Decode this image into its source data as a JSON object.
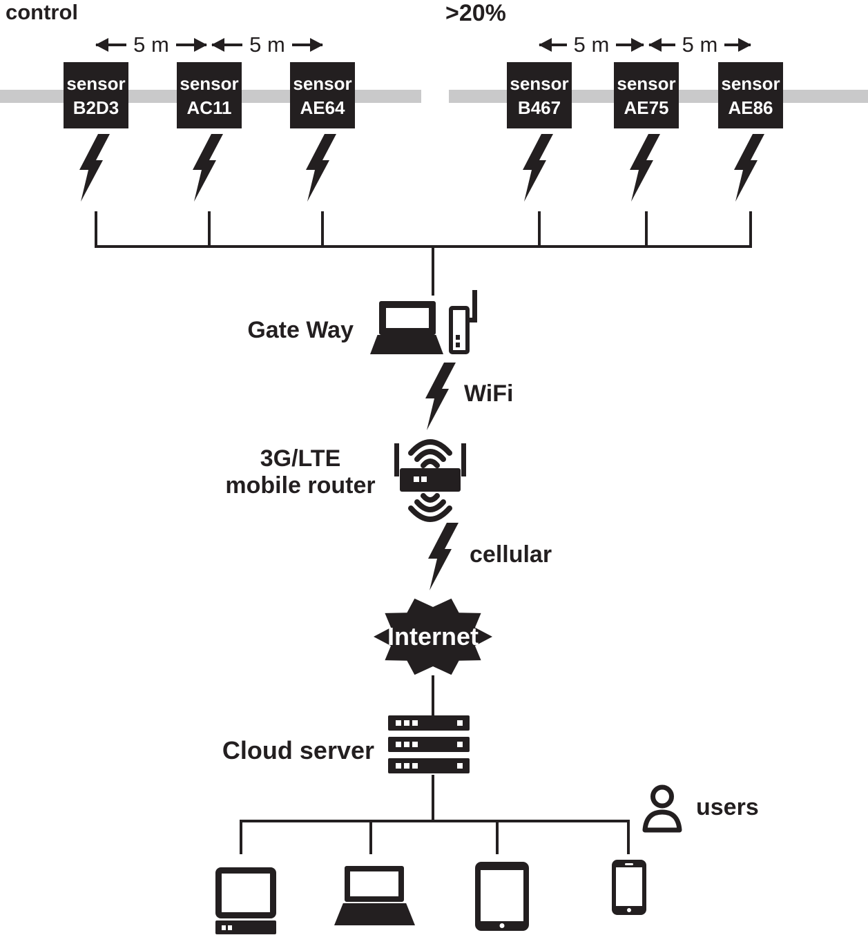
{
  "sensor_word": "sensor",
  "groups": [
    {
      "title": "control",
      "sensors": [
        "B2D3",
        "AC11",
        "AE64"
      ],
      "spacings": [
        "5 m",
        "5 m"
      ]
    },
    {
      "title": ">20%",
      "sensors": [
        "B467",
        "AE75",
        "AE86"
      ],
      "spacings": [
        "5 m",
        "5 m"
      ]
    }
  ],
  "flow": {
    "gateway_label": "Gate Way",
    "wifi_label": "WiFi",
    "router_label_line1": "3G/LTE",
    "router_label_line2": "mobile router",
    "cellular_label": "cellular",
    "internet_label": "Internet",
    "cloud_server_label": "Cloud server",
    "users_label": "users"
  },
  "icons": {
    "lightning": "lightning-bolt-icon",
    "gateway": "laptop-with-usb-modem-icon",
    "router": "wifi-router-icon",
    "internet": "internet-starburst-icon",
    "server": "server-rack-icon",
    "desktop": "desktop-computer-icon",
    "laptop": "laptop-icon",
    "tablet": "tablet-icon",
    "phone": "smartphone-icon",
    "person": "person-icon"
  },
  "colors": {
    "ink": "#231f20",
    "pipe_gray": "#c9c9ca",
    "sensor_text": "#ffffff",
    "background": "#ffffff"
  }
}
